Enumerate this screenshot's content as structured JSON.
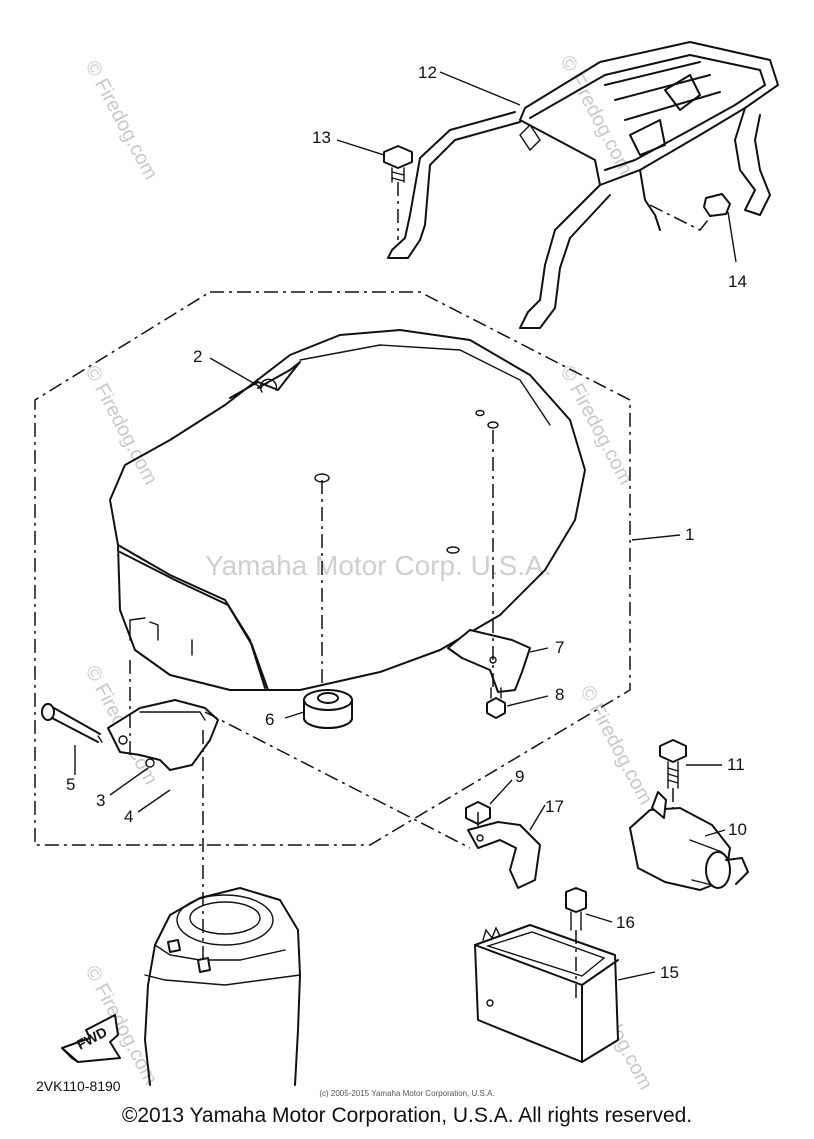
{
  "watermark": {
    "center_text": "Yamaha Motor Corp. U.S.A.",
    "site_text": "© Firedog.com"
  },
  "callouts": [
    "1",
    "2",
    "3",
    "4",
    "5",
    "6",
    "7",
    "8",
    "9",
    "10",
    "11",
    "12",
    "13",
    "14",
    "15",
    "16",
    "17"
  ],
  "fwd_label": "FWD",
  "diagram_code": "2VK110-8190",
  "copyright_small": "(c) 2005-2015 Yamaha Motor Corporation, U.S.A.",
  "copyright_footer": "©2013 Yamaha Motor Corporation, U.S.A. All rights reserved."
}
